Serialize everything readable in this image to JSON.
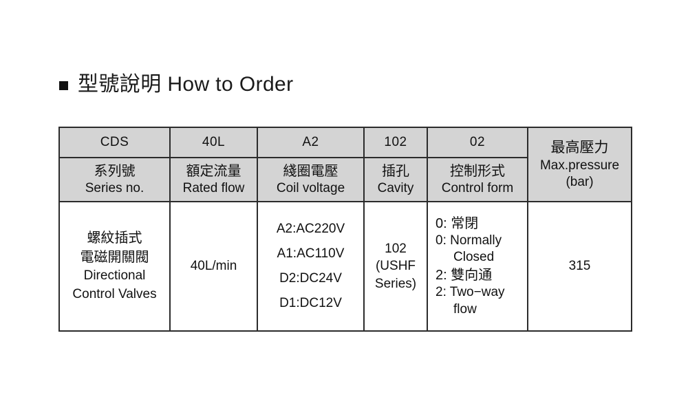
{
  "section": {
    "bullet": "square-bullet",
    "title": "型號說明 How to Order"
  },
  "table": {
    "columns": [
      {
        "code": "CDS",
        "name_cn": "系列號",
        "name_en": "Series no.",
        "body_lines": [
          "螺紋插式",
          "電磁開關閥",
          "Directional",
          "Control Valves"
        ]
      },
      {
        "code": "40L",
        "name_cn": "額定流量",
        "name_en": "Rated flow",
        "body_lines": [
          "40L/min"
        ]
      },
      {
        "code": "A2",
        "name_cn": "綫圈電壓",
        "name_en": "Coil voltage",
        "body_lines": [
          "A2:AC220V",
          "A1:AC110V",
          "D2:DC24V",
          "D1:DC12V"
        ]
      },
      {
        "code": "102",
        "name_cn": "插孔",
        "name_en": "Cavity",
        "body_lines": [
          "102",
          "(USHF",
          "Series)"
        ]
      },
      {
        "code": "02",
        "name_cn": "控制形式",
        "name_en": "Control form",
        "body_lines": [
          "0: 常閉",
          "0: Normally",
          "Closed",
          "2: 雙向通",
          "2: Two−way",
          "flow"
        ]
      },
      {
        "code": "",
        "name_cn": "最高壓力",
        "name_en": "Max.pressure",
        "name_en2": "(bar)",
        "body_lines": [
          "315"
        ]
      }
    ]
  },
  "colors": {
    "header_fill": "#d4d4d4",
    "border": "#2b2b2b",
    "text": "#111111",
    "page_background": "#ffffff"
  }
}
